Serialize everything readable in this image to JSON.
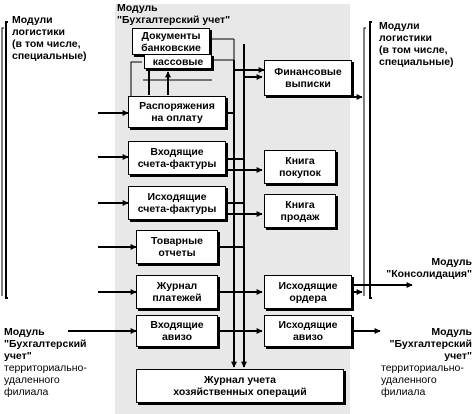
{
  "modules": {
    "accounting_title": [
      "Модуль",
      "\"Бухгалтерский учет\""
    ],
    "logistics_left": [
      "Модули",
      "логистики",
      "(в том числе,",
      "специальные)"
    ],
    "logistics_right": [
      "Модули",
      "логистики",
      "(в том числе,",
      "специальные)"
    ],
    "branch_left": {
      "title": [
        "Модуль",
        "\"Бухгалтерский",
        "учет\""
      ],
      "subtitle": [
        "территориально-",
        "удаленного",
        "филиала"
      ]
    },
    "branch_right": {
      "title": [
        "Модуль",
        "\"Бухгалтерский",
        "учет\""
      ],
      "subtitle": [
        "территориально-",
        "удаленного",
        "филиала"
      ]
    },
    "consolidation": [
      "Модуль",
      "\"Консолидация\""
    ]
  },
  "boxes": {
    "bank_docs": [
      "Документы",
      "банковские"
    ],
    "cash": [
      "кассовые"
    ],
    "payment_orders": [
      "Распоряжения",
      "на оплату"
    ],
    "incoming_invoices": [
      "Входящие",
      "счета-фактуры"
    ],
    "outgoing_invoices": [
      "Исходящие",
      "счета-фактуры"
    ],
    "goods_reports": [
      "Товарные",
      "отчеты"
    ],
    "payments_journal": [
      "Журнал",
      "платежей"
    ],
    "incoming_aviso": [
      "Входящие",
      "авизо"
    ],
    "financial_statements": [
      "Финансовые",
      "выписки"
    ],
    "purchase_book": [
      "Книга",
      "покупок"
    ],
    "sales_book": [
      "Книга",
      "продаж"
    ],
    "outgoing_orders": [
      "Исходящие",
      "ордера"
    ],
    "outgoing_aviso": [
      "Исходящие",
      "авизо"
    ],
    "operations_journal": [
      "Журнал учета",
      "хозяйственных операций"
    ]
  },
  "colors": {
    "panel": "#e8e8e8",
    "line": "#000000",
    "box_fill": "#ffffff"
  }
}
